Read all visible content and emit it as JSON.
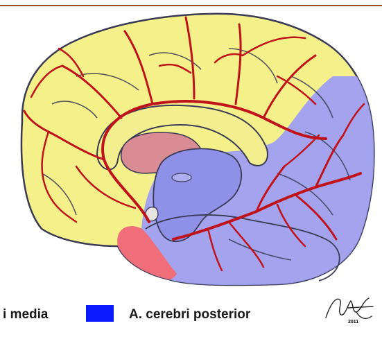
{
  "colors": {
    "frame_rule": "#9c4a2a",
    "media_territory": "#f4f08a",
    "posterior_territory": "#9e9ff2",
    "anterior_territory": "#ef6e7a",
    "thalamus": "#d98c94",
    "vessel": "#c0121a",
    "outline": "#3a3a55",
    "legend_swatch": "#0a1cff"
  },
  "legend": {
    "left_label": "i media",
    "right_label": "A. cerebri posterior"
  },
  "signature": {
    "year": "2011"
  }
}
